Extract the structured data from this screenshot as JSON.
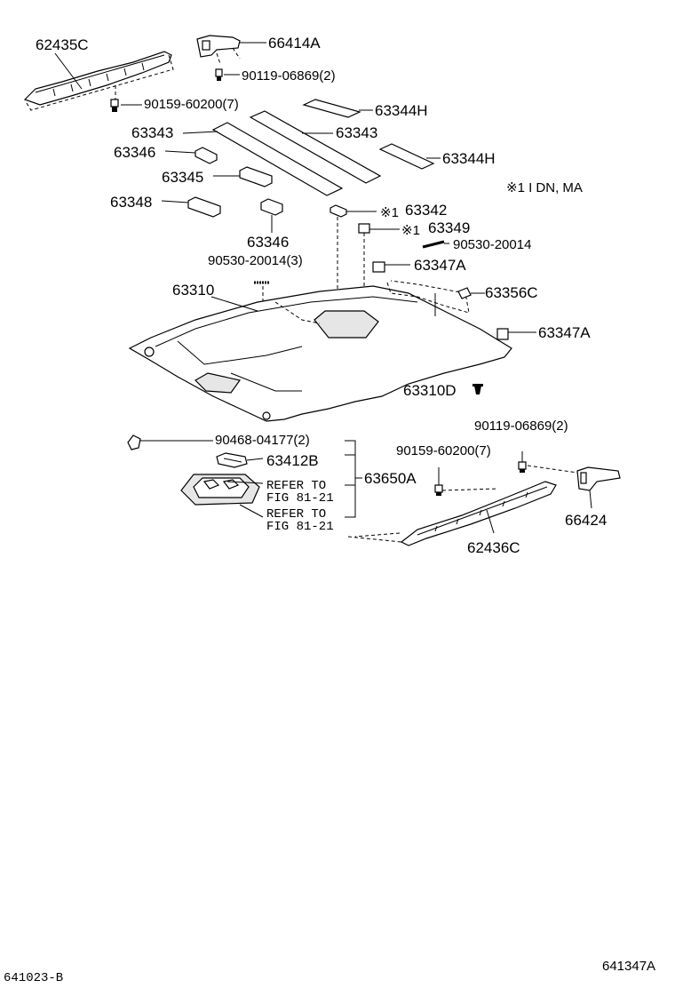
{
  "labels": {
    "p62435C": "62435C",
    "p66414A": "66414A",
    "p90119_top": "90119-06869(2)",
    "p90159_top": "90159-60200(7)",
    "p63344H_a": "63344H",
    "p63343_left": "63343",
    "p63343_right": "63343",
    "p63346_top": "63346",
    "p63344H_b": "63344H",
    "p63345": "63345",
    "note_idn": "※1 I DN, MA",
    "p63348": "63348",
    "p63342_mark": "※1",
    "p63342": "63342",
    "p63349_mark": "※1",
    "p63349": "63349",
    "p63346_bottom": "63346",
    "p90530_right": "90530-20014",
    "p90530_left": "90530-20014(3)",
    "p63347A_top": "63347A",
    "p63310": "63310",
    "p63356C": "63356C",
    "p63347A_right": "63347A",
    "p63310D": "63310D",
    "p90119_bottom": "90119-06869(2)",
    "p90468": "90468-04177(2)",
    "p90159_bottom": "90159-60200(7)",
    "p63412B": "63412B",
    "refer1_line1": "REFER TO",
    "refer1_line2": "FIG 81-21",
    "p63650A": "63650A",
    "refer2_line1": "REFER TO",
    "refer2_line2": "FIG 81-21",
    "p66424": "66424",
    "p62436C": "62436C",
    "footer_left": "641023-B",
    "footer_right": "641347A"
  }
}
